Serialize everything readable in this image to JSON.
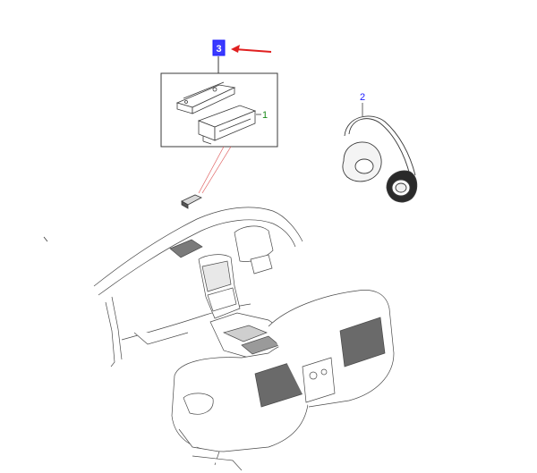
{
  "callouts": {
    "part3": {
      "label": "3",
      "color": "#1a1aff",
      "highlight": true
    },
    "part1": {
      "label": "1",
      "color": "#1a8a1a"
    },
    "part2": {
      "label": "2",
      "color": "#1a1aff"
    }
  },
  "colors": {
    "line_art": "#3a3a3a",
    "arrow": "#e02020",
    "leader_red": "#e06060",
    "highlight_fill": "#3a3aff"
  },
  "parts": [
    {
      "id": "dvd-mount-bracket-assembly",
      "callout": "3"
    },
    {
      "id": "dvd-player-unit",
      "callout": "1"
    },
    {
      "id": "wireless-headphones",
      "callout": "2"
    }
  ]
}
